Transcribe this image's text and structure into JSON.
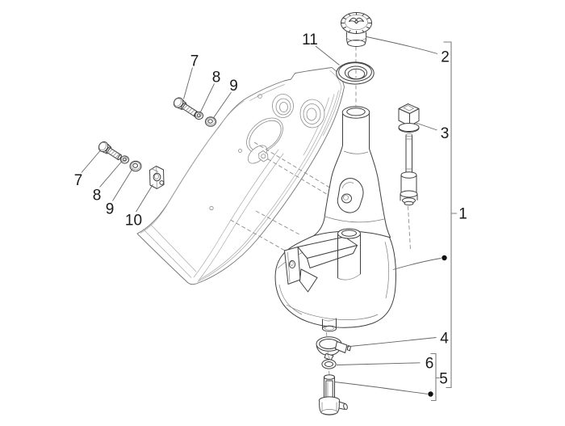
{
  "diagram": {
    "colors": {
      "background": "#ffffff",
      "main_line": "#3f3f3f",
      "frame_line": "#747474",
      "label_text": "#1a1a1a",
      "bullet": "#111111"
    },
    "callouts": {
      "tank_assembly": "1",
      "filler_cap": "2",
      "level_sensor": "3",
      "hose_clamp": "4",
      "outlet_valve_group": "5",
      "seal_ring": "6",
      "screw_upper": "7",
      "spring_washer_upper": "8",
      "flat_washer_upper": "9",
      "screw_lower": "7",
      "spring_washer_lower": "8",
      "flat_washer_lower": "9",
      "clip_nut": "10",
      "filler_gasket": "11"
    }
  }
}
